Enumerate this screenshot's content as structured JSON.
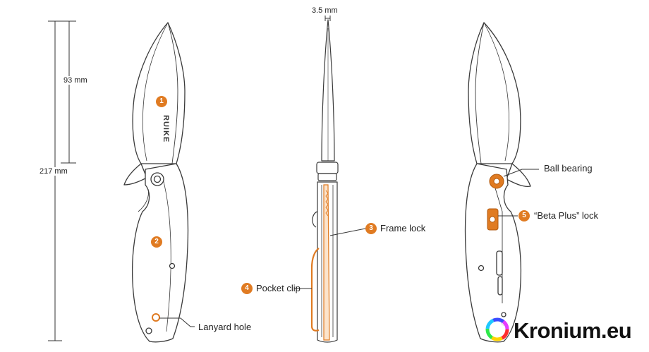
{
  "colors": {
    "accent": "#e07b22",
    "ink": "#3a3a3a",
    "brand_text": "#111111"
  },
  "dimensions": {
    "blade_length": "93 mm",
    "overall_length": "217 mm",
    "blade_thickness": "3.5 mm"
  },
  "blade_mark": "RUIKE",
  "callouts": [
    {
      "number": "1",
      "label": ""
    },
    {
      "number": "2",
      "label": ""
    },
    {
      "number": "3",
      "label": "Frame lock"
    },
    {
      "number": "4",
      "label": "Pocket clip"
    },
    {
      "number": "5",
      "label": "“Beta Plus” lock"
    }
  ],
  "labels": {
    "lanyard_hole": "Lanyard hole",
    "ball_bearing": "Ball bearing"
  },
  "watermark": {
    "text": "Kronium.eu",
    "icon": "rainbow-ring-icon"
  }
}
